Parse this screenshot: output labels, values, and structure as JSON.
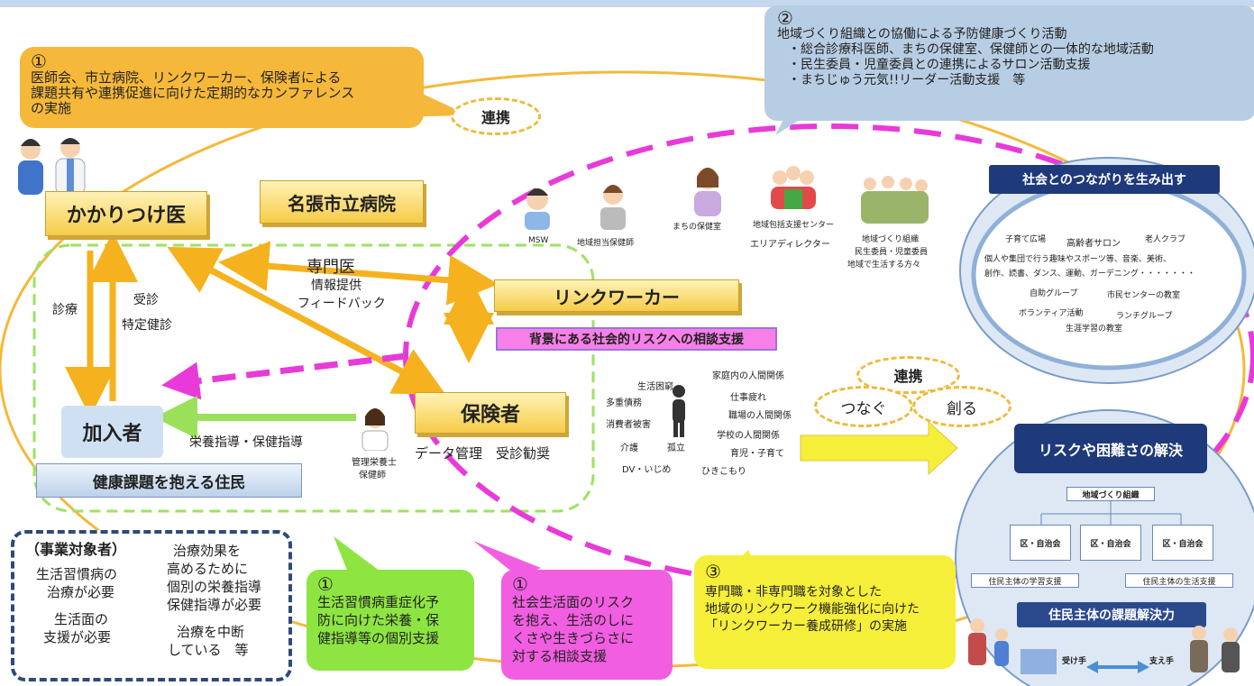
{
  "callout1_top": {
    "num": "①",
    "lines": [
      "医師会、市立病院、リンクワーカー、保険者による",
      "課題共有や連携促進に向けた定期的なカンファレンス",
      "の実施"
    ]
  },
  "callout2": {
    "num": "②",
    "lines": [
      "地域づくり組織との協働による予防健康づくり活動",
      "・総合診療科医師、まちの保健室、保健師との一体的な地域活動",
      "・民生委員・児童委員との連携によるサロン活動支援",
      "・まちじゅう元気!!リーダー活動支援　等"
    ]
  },
  "renkei_top": "連携",
  "kakaritsuke": "かかりつけ医",
  "nabari_hospital": "名張市立病院",
  "specialist": "専門医",
  "info_feedback": [
    "情報提供",
    "フィードバック"
  ],
  "shinryo": "診療",
  "jushin": "受診",
  "tokutei": "特定健診",
  "linkworker": "リンクワーカー",
  "social_risk": "背景にある社会的リスクへの相談支援",
  "hokensha": "保険者",
  "hokensha_sub": "データ管理　受診勧奨",
  "kanyusha": "加入者",
  "eiyo_shido": "栄養指導・保健指導",
  "kenko_kadai": "健康課題を抱える住民",
  "kanri_eiyoshi": [
    "管理栄養士",
    "保健師"
  ],
  "link_people": {
    "msw": "MSW",
    "chiiki_hokenshi": "地域担当保健師",
    "machi_hokenshitsu": "まちの保健室",
    "houkatsu": "地域包括支援センター",
    "area_director": "エリアディレクター",
    "chiiki_soshiki": [
      "地域づくり組織",
      "民生委員・児童委員",
      "地域で生活する方々"
    ]
  },
  "risks": {
    "seikatsu_konkyu": "生活困窮",
    "kateinai": "家庭内の人間関係",
    "tajuu_saimu": "多重債務",
    "shigoto_tsukare": "仕事疲れ",
    "shohisha_higai": "消費者被害",
    "shokuba": "職場の人間関係",
    "gakko": "学校の人間関係",
    "kaigo": "介護",
    "koritsu": "孤立",
    "ikuji": "育児・子育て",
    "dv": "DV・いじめ",
    "hikikomori": "ひきこもり"
  },
  "renkei_mid": "連携",
  "tsunagu": "つなぐ",
  "tsukuru": "創る",
  "social_connect": {
    "title": "社会とのつながりを生み出す",
    "items": [
      "子育て広場",
      "高齢者サロン",
      "老人クラブ",
      "個人や集団で行う趣味やスポーツ等、音楽、美術、",
      "創作、読書、ダンス、運動、ガーデニング・・・・・・・",
      "自助グループ",
      "市民センターの教室",
      "ボランティア活動",
      "ランチグループ",
      "生涯学習の教室"
    ]
  },
  "risk_solution": {
    "title": "リスクや困難さの解決",
    "chiiki": "地域づくり組織",
    "ku1": "区・自治会",
    "ku2": "区・自治会",
    "ku3": "区・自治会",
    "gakushu": "住民主体の学習支援",
    "seikatsu": "住民主体の生活支援",
    "kadai": "住民主体の課題解決力",
    "ukete": "受け手",
    "sasaete": "支え手"
  },
  "target": {
    "title": "（事業対象者）",
    "left": [
      "生活習慣病の",
      "治療が必要",
      "生活面の",
      "支援が必要"
    ],
    "right": [
      "治療効果を",
      "高めるために",
      "個別の栄養指導",
      "保健指導が必要",
      "治療を中断",
      "している　等"
    ]
  },
  "callout1_green": {
    "num": "①",
    "lines": [
      "生活習慣病重症化予",
      "防に向けた栄養・保",
      "健指導等の個別支援"
    ]
  },
  "callout1_pink": {
    "num": "①",
    "lines": [
      "社会生活面のリスク",
      "を抱え、生活のしに",
      "くさや生きづらさに",
      "対する相談支援"
    ]
  },
  "callout3": {
    "num": "③",
    "lines": [
      "専門職・非専門職を対象とした",
      "地域のリンクワーク機能強化に向けた",
      "「リンクワーカー養成研修」の実施"
    ]
  }
}
